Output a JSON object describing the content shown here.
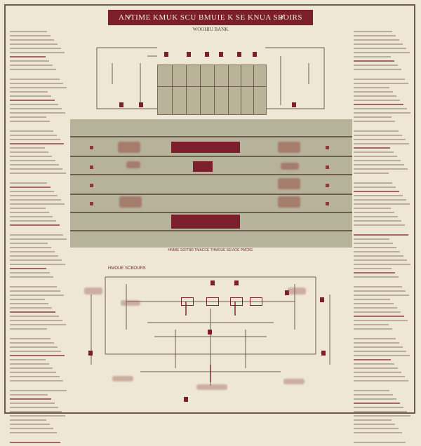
{
  "title": "ANTIME KMUK SCU BMUIE K SE KNUA SBOIRS",
  "subtitle": "WOOHIU BANK",
  "banner_left_icon": "checkmark-icon",
  "banner_right_icon": "checkmark-icon",
  "middle_footer_label": "HNMIE SOITNR TMACCE THMOUE SEVIOE PMCKE",
  "lower_section_label": "HMOUE SCBOURS",
  "colors": {
    "accent": "#7a1f2b",
    "background": "#efe7d6",
    "band": "#b7b29a"
  }
}
